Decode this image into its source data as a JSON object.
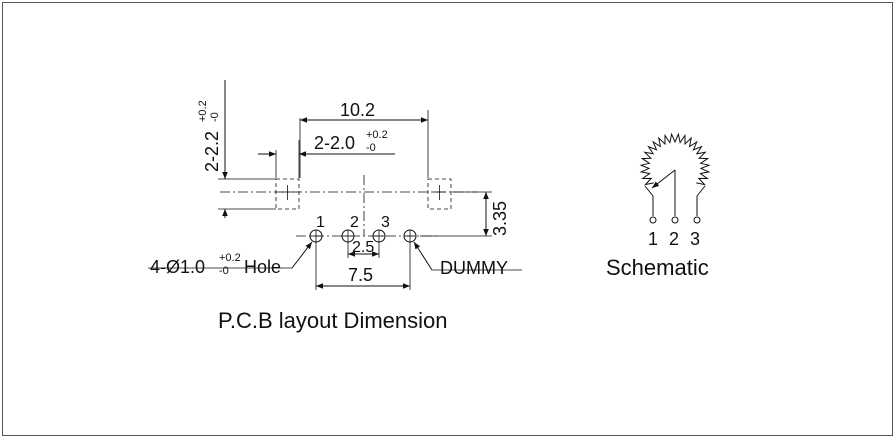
{
  "pcb": {
    "width_label": "10.2",
    "pad_label": "2-2.0",
    "pad_tol": "+0.2",
    "pad_tol_low": "-0",
    "pad_height_label": "2-2.2",
    "pad_height_tol": "+0.2",
    "pad_height_tol_low": "-0",
    "offset_label": "3.35",
    "hole_label_prefix": "4-Ø1.0",
    "hole_tol": "+0.2",
    "hole_tol_low": "-0",
    "hole_label_suffix": "Hole",
    "pitch_label": "2.5",
    "span_label": "7.5",
    "dummy_label": "DUMMY",
    "pin1": "1",
    "pin2": "2",
    "pin3": "3",
    "caption": "P.C.B layout Dimension"
  },
  "schematic": {
    "pin1": "1",
    "pin2": "2",
    "pin3": "3",
    "caption": "Schematic"
  }
}
